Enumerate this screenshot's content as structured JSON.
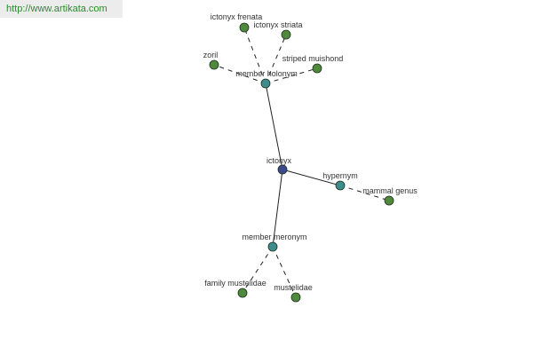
{
  "watermark": "http://www.artikata.com",
  "colors": {
    "center": "#3a4a8c",
    "relation": "#3e8c8c",
    "leaf": "#4f8a3c"
  },
  "nodes": {
    "center": "ictonyx",
    "holonym": "member holonym",
    "hypernym": "hypernym",
    "meronym": "member meronym",
    "frenata": "ictonyx frenata",
    "striata": "ictonyx striata",
    "zoril": "zoril",
    "muishond": "striped muishond",
    "mammal_genus": "mammal genus",
    "family_mustelidae": "family mustelidae",
    "mustelidae": "mustelidae"
  }
}
